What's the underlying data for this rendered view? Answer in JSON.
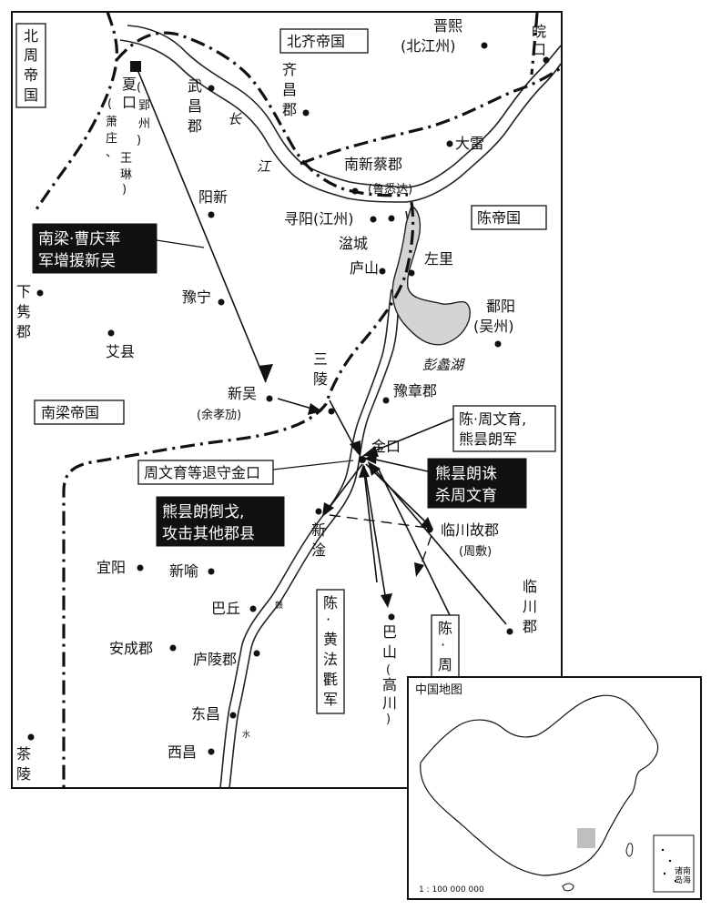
{
  "regions": {
    "beizhou": [
      "北",
      "周",
      "帝",
      "国"
    ],
    "beiqi": "北齐帝国",
    "chen": "陈帝国",
    "nanliang": "南梁帝国"
  },
  "places": {
    "jinxi": "晋熙",
    "beijiangzhou": "(北江州)",
    "wan": [
      "皖",
      "口"
    ],
    "xiakou": [
      "夏",
      "口"
    ],
    "yingzhou": [
      "(",
      "郢",
      "州",
      ")"
    ],
    "xiaozhuang": [
      "(",
      "萧",
      "庄",
      "、"
    ],
    "wanglin": [
      "王",
      "琳",
      ")"
    ],
    "wuchang": [
      "武",
      "昌",
      "郡"
    ],
    "qichang": [
      "齐",
      "昌",
      "郡"
    ],
    "dalei": "大雷",
    "nanxincai": "南新蔡郡",
    "lubeida": "(鲁悉达)",
    "yangxin": "阳新",
    "xunyang": "寻阳(江州)",
    "pencheng": "湓城",
    "lushan": "庐山",
    "zuoli": "左里",
    "xiaqian": [
      "下",
      "隽",
      "郡"
    ],
    "yuning": "豫宁",
    "poyang": [
      "鄱阳",
      "(吴州)"
    ],
    "aixian": "艾县",
    "pengli": "彭蠡湖",
    "sanling": [
      "三",
      "陵"
    ],
    "yuzhang": "豫章郡",
    "xinwu": "新吴",
    "yuxiaoli": "(余孝劢)",
    "jinkou": "金口",
    "xinjin": [
      "新",
      "淦"
    ],
    "linchuangu": "临川故郡",
    "zhoudi": "(周敷)",
    "yiyang": "宜阳",
    "xinyu": "新喻",
    "linchuanjun": [
      "临",
      "川",
      "郡"
    ],
    "baqiu": "巴丘",
    "bashan": [
      "巴",
      "山"
    ],
    "gaochuan": [
      "(",
      "高",
      "川",
      ")"
    ],
    "anchengjun": "安成郡",
    "lulingjun": "庐陵郡",
    "dongchang": "东昌",
    "xichang": "西昌",
    "chaling": [
      "茶",
      "陵"
    ]
  },
  "rivers": {
    "chang": "长",
    "jiang": "江",
    "gan": "赣",
    "shui": "水"
  },
  "callouts": {
    "caoqing": [
      "南梁·曹庆率",
      "军增援新吴"
    ],
    "chenzhou_xiong": [
      "陈·周文育,",
      "熊昙朗军"
    ],
    "xiong_kill": [
      "熊昙朗诛",
      "杀周文育"
    ],
    "zhou_retreat": "周文育等退守金口",
    "xiong_turn": [
      "熊昙朗倒戈,",
      "攻击其他郡县"
    ],
    "huangfa": [
      "陈",
      "·",
      "黄",
      "法",
      "氍",
      "军"
    ],
    "chenzhou": [
      "陈",
      "·",
      "周"
    ]
  },
  "inset": {
    "title": "中国地图",
    "scale": "1 : 100 000 000",
    "south_sea": [
      "南",
      "海",
      "诸",
      "岛"
    ]
  }
}
